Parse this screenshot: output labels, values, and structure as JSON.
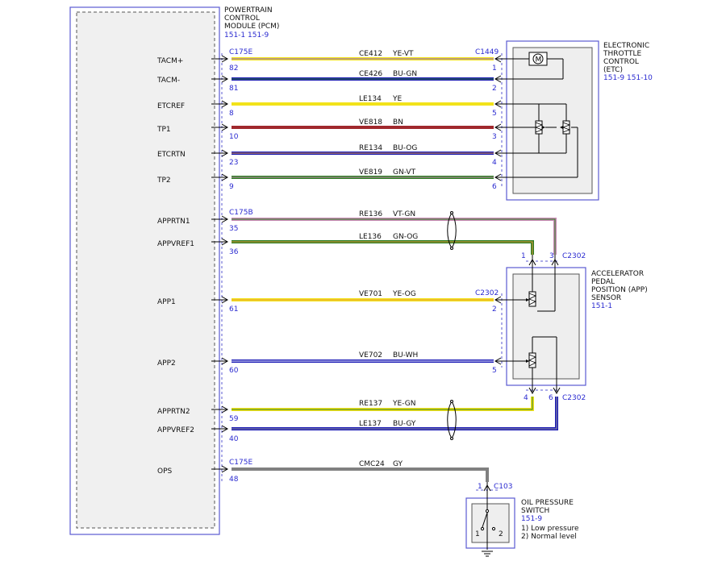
{
  "pcm": {
    "title_lines": [
      "POWERTRAIN",
      "CONTROL",
      "MODULE (PCM)"
    ],
    "ref": "151-1   151-9",
    "pins": [
      {
        "label": "TACM+",
        "connector": "C175E",
        "pin": "82",
        "circuit": "CE412",
        "color": "YE-VT"
      },
      {
        "label": "TACM-",
        "connector": "",
        "pin": "81",
        "circuit": "CE426",
        "color": "BU-GN"
      },
      {
        "label": "ETCREF",
        "connector": "",
        "pin": "8",
        "circuit": "LE134",
        "color": "YE"
      },
      {
        "label": "TP1",
        "connector": "",
        "pin": "10",
        "circuit": "VE818",
        "color": "BN"
      },
      {
        "label": "ETCRTN",
        "connector": "",
        "pin": "23",
        "circuit": "RE134",
        "color": "BU-OG"
      },
      {
        "label": "TP2",
        "connector": "",
        "pin": "9",
        "circuit": "VE819",
        "color": "GN-VT"
      },
      {
        "label": "APPRTN1",
        "connector": "C175B",
        "pin": "35",
        "circuit": "RE136",
        "color": "VT-GN"
      },
      {
        "label": "APPVREF1",
        "connector": "",
        "pin": "36",
        "circuit": "LE136",
        "color": "GN-OG"
      },
      {
        "label": "APP1",
        "connector": "",
        "pin": "61",
        "circuit": "VE701",
        "color": "YE-OG"
      },
      {
        "label": "APP2",
        "connector": "",
        "pin": "60",
        "circuit": "VE702",
        "color": "BU-WH"
      },
      {
        "label": "APPRTN2",
        "connector": "",
        "pin": "59",
        "circuit": "RE137",
        "color": "YE-GN"
      },
      {
        "label": "APPVREF2",
        "connector": "",
        "pin": "40",
        "circuit": "LE137",
        "color": "BU-GY"
      },
      {
        "label": "OPS",
        "connector": "C175E",
        "pin": "48",
        "circuit": "CMC24",
        "color": "GY"
      }
    ]
  },
  "etc": {
    "title_lines": [
      "ELECTRONIC",
      "THROTTLE",
      "CONTROL",
      "(ETC)"
    ],
    "ref": "151-9   151-10",
    "connector": "C1449",
    "pins": [
      "1",
      "2",
      "5",
      "3",
      "4",
      "6"
    ],
    "motor_symbol": "M"
  },
  "app": {
    "title_lines": [
      "ACCELERATOR",
      "PEDAL",
      "POSITION (APP)",
      "SENSOR"
    ],
    "ref": "151-1",
    "connector": "C2302",
    "pin_1": "1",
    "pin_3": "3",
    "pin_2": "2",
    "pin_5": "5",
    "pin_4": "4",
    "pin_6": "6"
  },
  "ops": {
    "title_lines": [
      "OIL PRESSURE",
      "SWITCH"
    ],
    "ref": "151-9",
    "notes": [
      "1) Low pressure",
      "2) Normal level"
    ],
    "connector": "C103",
    "pin": "1",
    "contact_1": "1",
    "contact_2": "2"
  },
  "colors": {
    "yellow": "#f2e21a",
    "blue": "#1a1ab4",
    "brown": "#a0282d",
    "green": "#2d7d22",
    "violet": "#c88ab4",
    "grey": "#808080",
    "frame": "#5a5ad2"
  }
}
